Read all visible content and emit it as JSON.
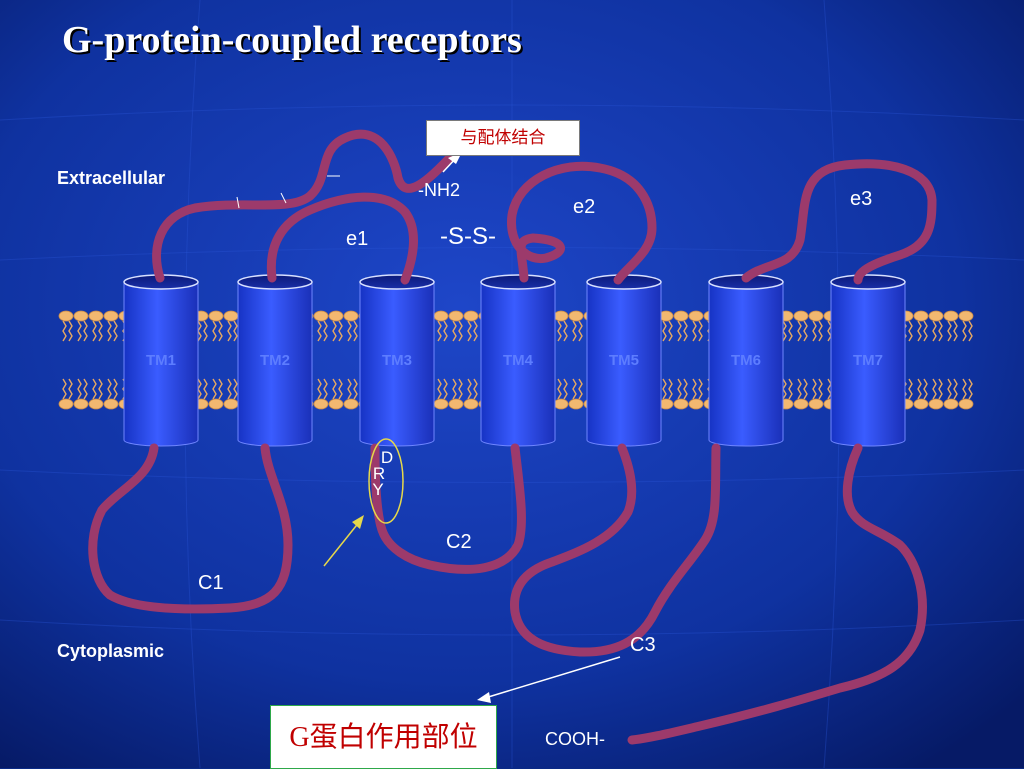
{
  "title": "G-protein-coupled receptors",
  "regions": {
    "extracellular": "Extracellular",
    "cytoplasmic": "Cytoplasmic"
  },
  "helices": [
    "TM1",
    "TM2",
    "TM3",
    "TM4",
    "TM5",
    "TM6",
    "TM7"
  ],
  "loops": {
    "e1": "e1",
    "e2": "e2",
    "e3": "e3",
    "c1": "C1",
    "c2": "C2",
    "c3": "C3"
  },
  "termini": {
    "n_terminus": "-NH2",
    "c_terminus": "COOH-"
  },
  "disulfide": "-S-S-",
  "dry_motif": [
    "D",
    "R",
    "Y"
  ],
  "callouts": {
    "ligand_binding": "与配体结合",
    "g_protein_site_prefix": "G",
    "g_protein_site_rest": "蛋白作用部位"
  },
  "colors": {
    "background": "#0a2a86",
    "chain": "#9c3a6b",
    "helix": "#2b47e6",
    "lipid_head": "#f2b870",
    "callout_text": "#c00000",
    "motif_circle": "#e6d84a"
  }
}
